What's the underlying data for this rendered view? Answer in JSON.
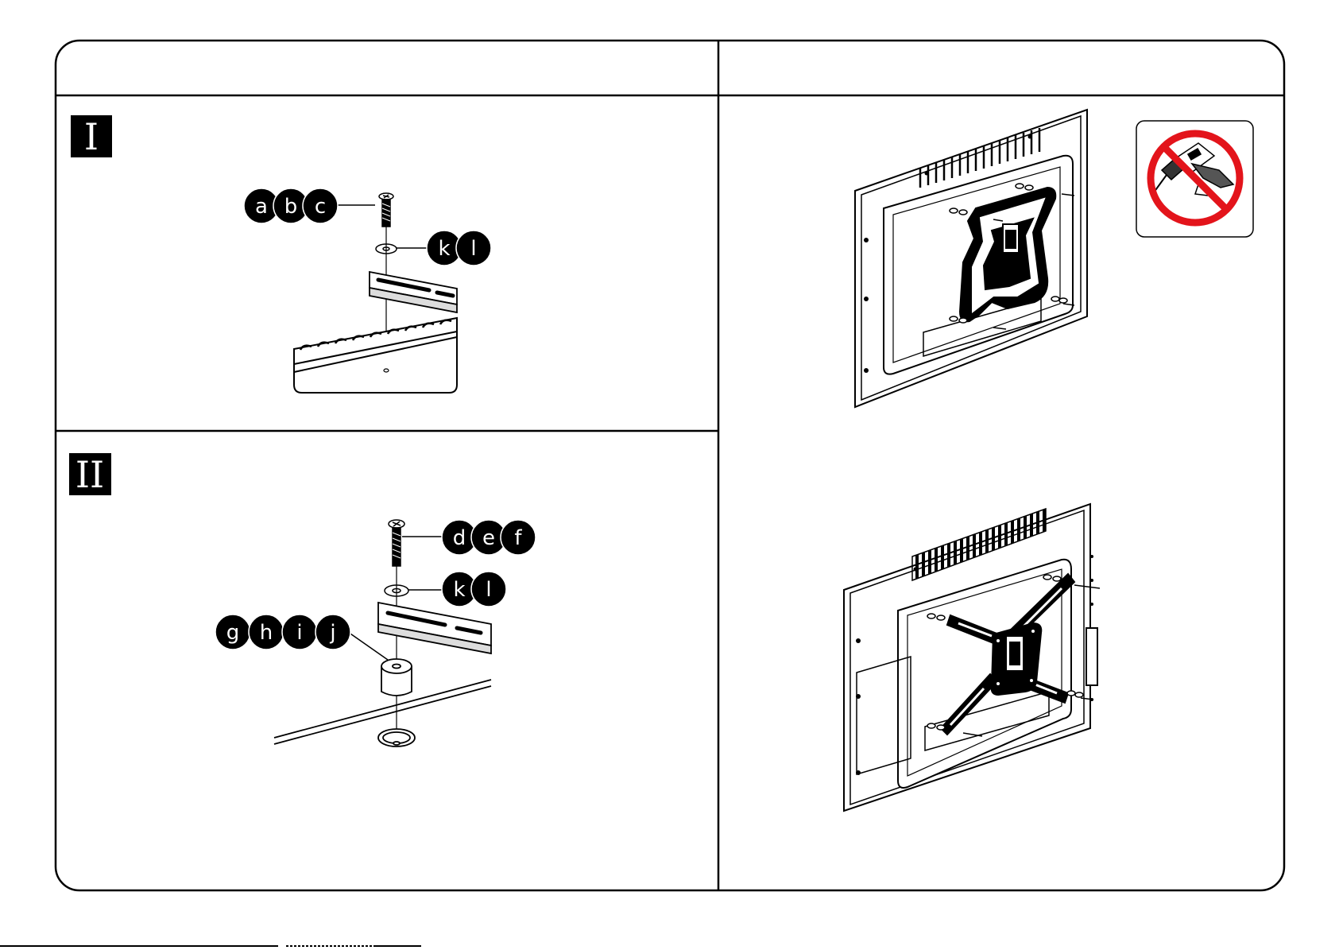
{
  "steps": [
    {
      "numeral": "I",
      "callouts": [
        {
          "letters": [
            "a",
            "b",
            "c"
          ]
        },
        {
          "letters": [
            "k",
            "l"
          ]
        }
      ]
    },
    {
      "numeral": "II",
      "callouts": [
        {
          "letters": [
            "d",
            "e",
            "f"
          ]
        },
        {
          "letters": [
            "k",
            "l"
          ]
        },
        {
          "letters": [
            "g",
            "h",
            "i",
            "j"
          ]
        }
      ]
    }
  ],
  "warning": {
    "icon": "no-power-drill-icon",
    "color": "#e3141b"
  },
  "colors": {
    "ink": "#000000",
    "badge": "#000000",
    "paper": "#ffffff"
  }
}
